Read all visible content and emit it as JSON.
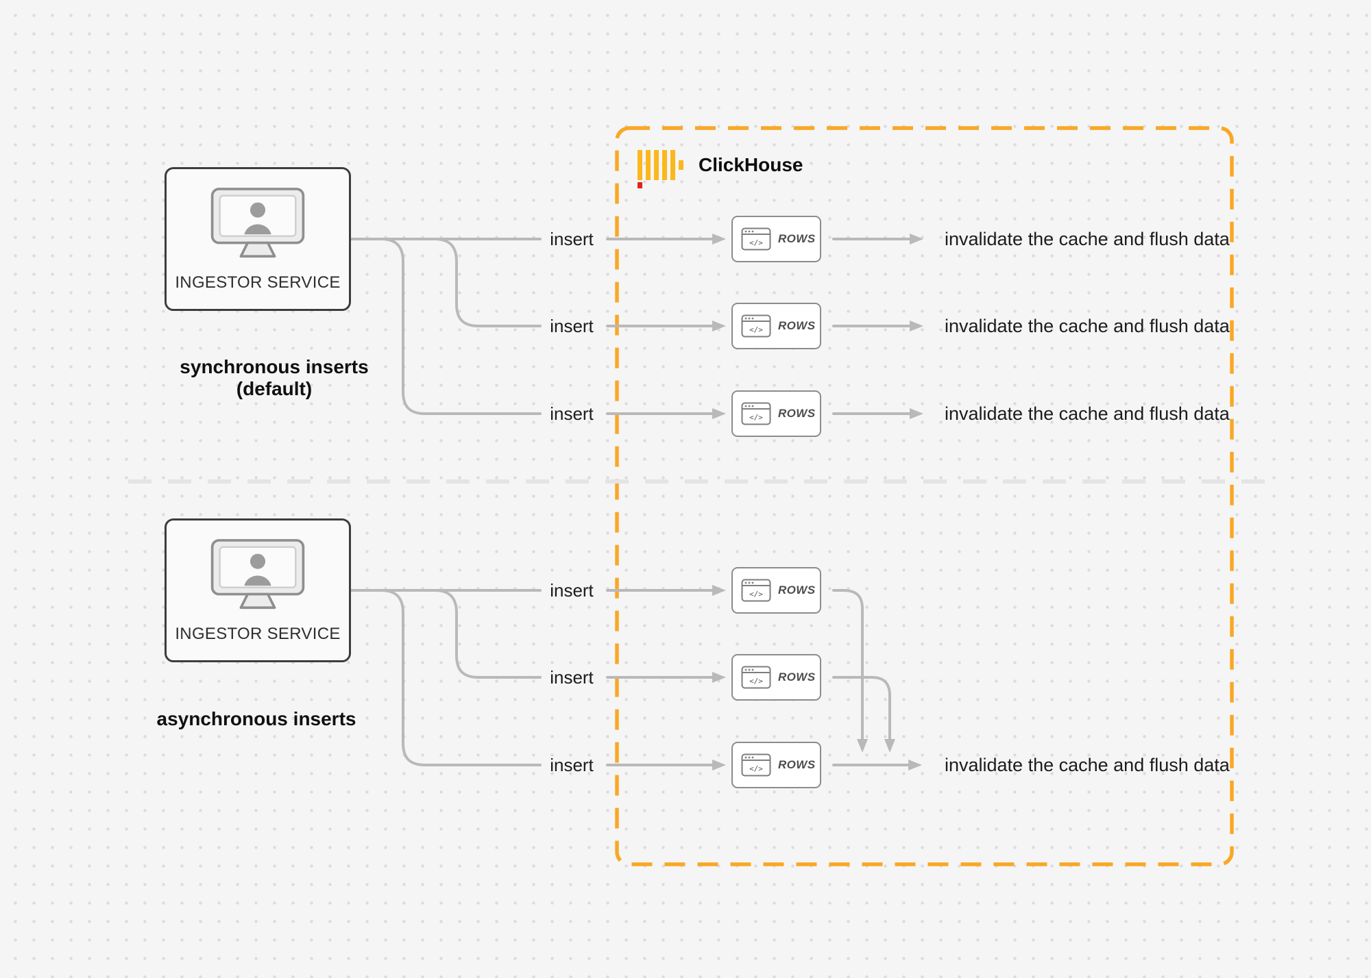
{
  "clickhouse": {
    "name": "ClickHouse"
  },
  "ingestor_service": {
    "label": "INGESTOR SERVICE"
  },
  "sections": {
    "sync": {
      "caption": "synchronous inserts (default)"
    },
    "async": {
      "caption": "asynchronous inserts"
    }
  },
  "flow": {
    "insert_label": "insert",
    "rows_label": "ROWS",
    "code_glyph": "</>",
    "result_label": "invalidate the cache and flush data"
  },
  "colors": {
    "accent_orange": "#F9A825",
    "logo_yellow": "#FBB81C",
    "logo_red": "#E2231A",
    "line_gray": "#B9B9B9"
  }
}
